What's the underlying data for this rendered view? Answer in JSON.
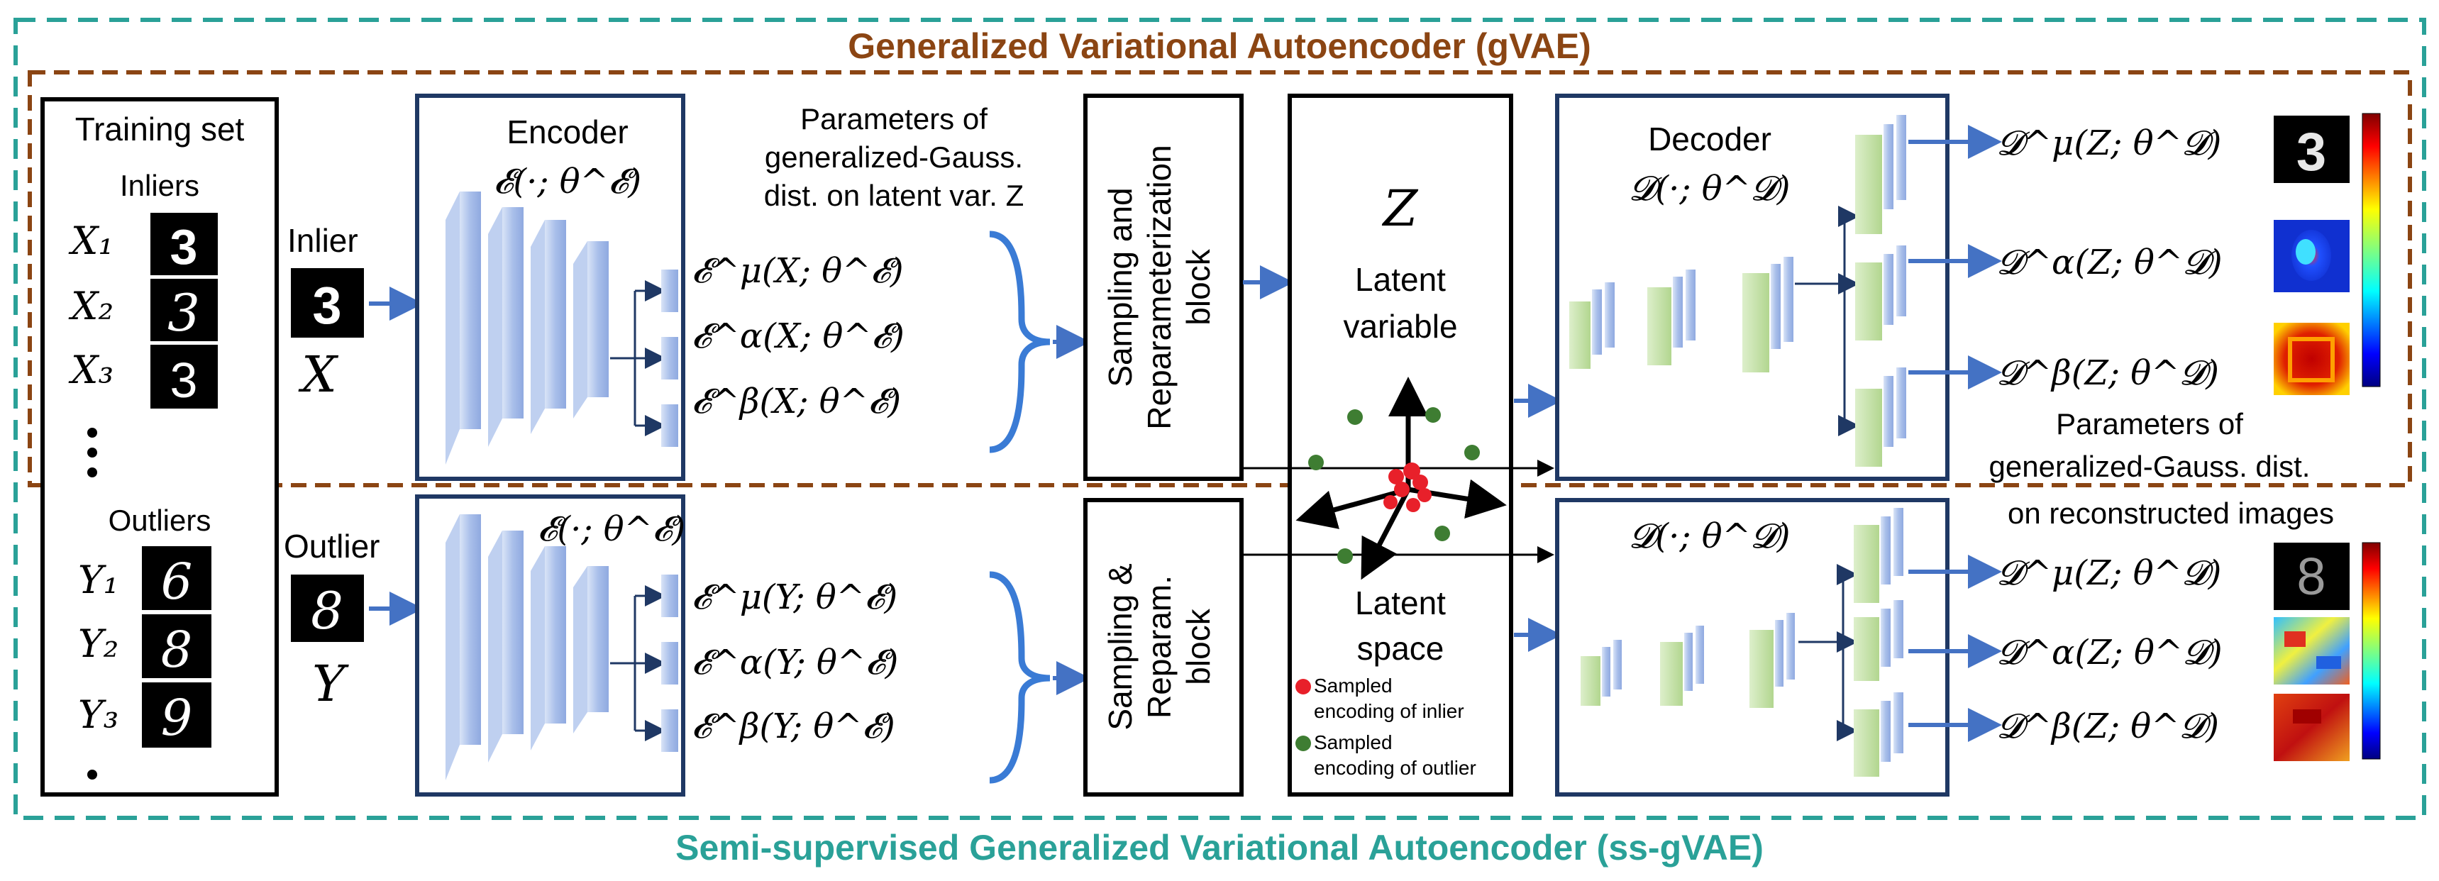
{
  "titles": {
    "gvae": "Generalized Variational Autoencoder (gVAE)",
    "ss_gvae": "Semi-supervised Generalized Variational Autoencoder (ss-gVAE)"
  },
  "training_set": {
    "heading": "Training set",
    "inliers_label": "Inliers",
    "outliers_label": "Outliers",
    "inlier_vars": [
      "X₁",
      "X₂",
      "X₃"
    ],
    "outlier_vars": [
      "Y₁",
      "Y₂",
      "Y₃"
    ],
    "inlier_digits": [
      "3",
      "3",
      "3"
    ],
    "outlier_digits": [
      "6",
      "8",
      "9"
    ],
    "ellipsis": "·"
  },
  "inputs": {
    "inlier_label": "Inlier",
    "inlier_var": "X",
    "inlier_digit": "3",
    "outlier_label": "Outlier",
    "outlier_var": "Y",
    "outlier_digit": "8"
  },
  "encoder": {
    "title": "Encoder",
    "func": "𝓔(·; θ^𝓔)",
    "func_lower": "𝓔(·; θ^𝓔)"
  },
  "encoder_outputs": {
    "header_lines": [
      "Parameters of",
      "generalized-Gauss.",
      "dist. on latent var. Z"
    ],
    "inlier": [
      "𝓔^μ(X; θ^𝓔)",
      "𝓔^α(X; θ^𝓔)",
      "𝓔^β(X; θ^𝓔)"
    ],
    "outlier": [
      "𝓔^μ(Y; θ^𝓔)",
      "𝓔^α(Y; θ^𝓔)",
      "𝓔^β(Y; θ^𝓔)"
    ]
  },
  "sampling": {
    "upper_lines": [
      "Sampling and",
      "Reparameterization",
      "block"
    ],
    "lower_lines": [
      "Sampling &",
      "Reparam.",
      "block"
    ]
  },
  "latent": {
    "z": "Z",
    "upper_lines": [
      "Latent",
      "variable"
    ],
    "lower_lines": [
      "Latent",
      "space"
    ],
    "legend_inlier": [
      "Sampled",
      "encoding of inlier"
    ],
    "legend_outlier": [
      "Sampled",
      "encoding of outlier"
    ],
    "inlier_color": "#E8202A",
    "outlier_color": "#3E7D32"
  },
  "decoder": {
    "title": "Decoder",
    "func": "𝓓(·; θ^𝓓)",
    "func_lower": "𝓓(·; θ^𝓓)"
  },
  "decoder_outputs": {
    "inlier": [
      "𝓓^μ(Z; θ^𝓓)",
      "𝓓^α(Z; θ^𝓓)",
      "𝓓^β(Z; θ^𝓓)"
    ],
    "outlier": [
      "𝓓^μ(Z; θ^𝓓)",
      "𝓓^α(Z; θ^𝓓)",
      "𝓓^β(Z; θ^𝓓)"
    ],
    "footer_lines": [
      "Parameters of",
      "generalized-Gauss. dist.",
      "on reconstructed images"
    ],
    "recon_digit_inlier": "3",
    "recon_digit_outlier": "8"
  },
  "colors": {
    "gvae_border": "#8B4513",
    "ss_border": "#2AA198",
    "arrow": "#4472C4",
    "encoder_layer": "#A9BFEA",
    "decoder_layer": "#B9DC9A"
  },
  "icons": [
    "arrow-icon",
    "brace-icon",
    "colorbar-icon"
  ]
}
